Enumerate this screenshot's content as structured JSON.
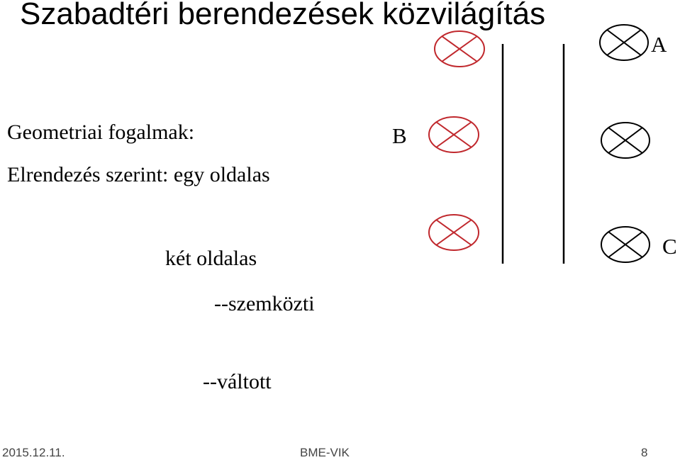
{
  "slide": {
    "title": "Szabadtéri berendezések közvilágítás",
    "heading": "Geometriai fogalmak:",
    "arrangement": "Elrendezés szerint: egy oldalas",
    "two_sided": "két oldalas",
    "opposite": "--szemközti",
    "staggered": "--váltott"
  },
  "diagram": {
    "labels": {
      "a": "A",
      "b": "B",
      "c": "C"
    },
    "colors": {
      "lamp_left": "#c0282d",
      "lamp_right": "#000000",
      "road_line": "#000000"
    }
  },
  "footer": {
    "date": "2015.12.11.",
    "org": "BME-VIK",
    "page": "8"
  }
}
